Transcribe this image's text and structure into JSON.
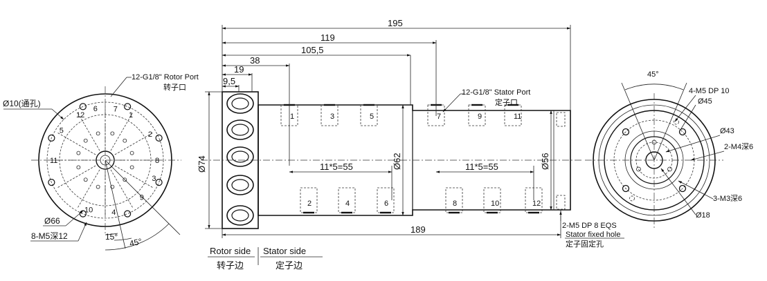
{
  "front_view": {
    "dia_through": "Ø10(通孔)",
    "rotor_port_en": "12-G1/8\"  Rotor Port",
    "rotor_port_cn": "转子口",
    "dia_pcd": "Ø66",
    "screw_spec": "8-M5深12",
    "angle_small": "15°",
    "angle_large": "45°",
    "port_numbers": [
      "1",
      "2",
      "3",
      "4",
      "5",
      "6",
      "7",
      "8",
      "9",
      "10",
      "11",
      "12"
    ]
  },
  "side_view": {
    "len_overall": "195",
    "len_119": "119",
    "len_105": "105,5",
    "len_38": "38",
    "len_19": "19",
    "len_9": "9,5",
    "len_189": "189",
    "dia_74": "Ø74",
    "dia_62": "Ø62",
    "dia_56": "Ø56",
    "pitch_left": "11*5=55",
    "pitch_right": "11*5=55",
    "stator_port_en": "12-G1/8\" Stator Port",
    "stator_port_cn": "定子口",
    "rotor_side_en": "Rotor side",
    "rotor_side_cn": "转子边",
    "stator_side_en": "Stator side",
    "stator_side_cn": "定子边",
    "fixed_hole_1": "2-M5 DP 8 EQS",
    "fixed_hole_2": "Stator fixed hole",
    "fixed_hole_3": "定子固定孔",
    "top_ports": [
      "1",
      "3",
      "5",
      "7",
      "9",
      "11"
    ],
    "bottom_ports": [
      "2",
      "4",
      "6",
      "8",
      "10",
      "12"
    ]
  },
  "rear_view": {
    "angle": "45°",
    "screw_a": "4-M5 DP 10",
    "dia_45": "Ø45",
    "dia_43": "Ø43",
    "screw_b": "2-M4深6",
    "screw_c": "3-M3深6",
    "dia_18": "Ø18"
  }
}
